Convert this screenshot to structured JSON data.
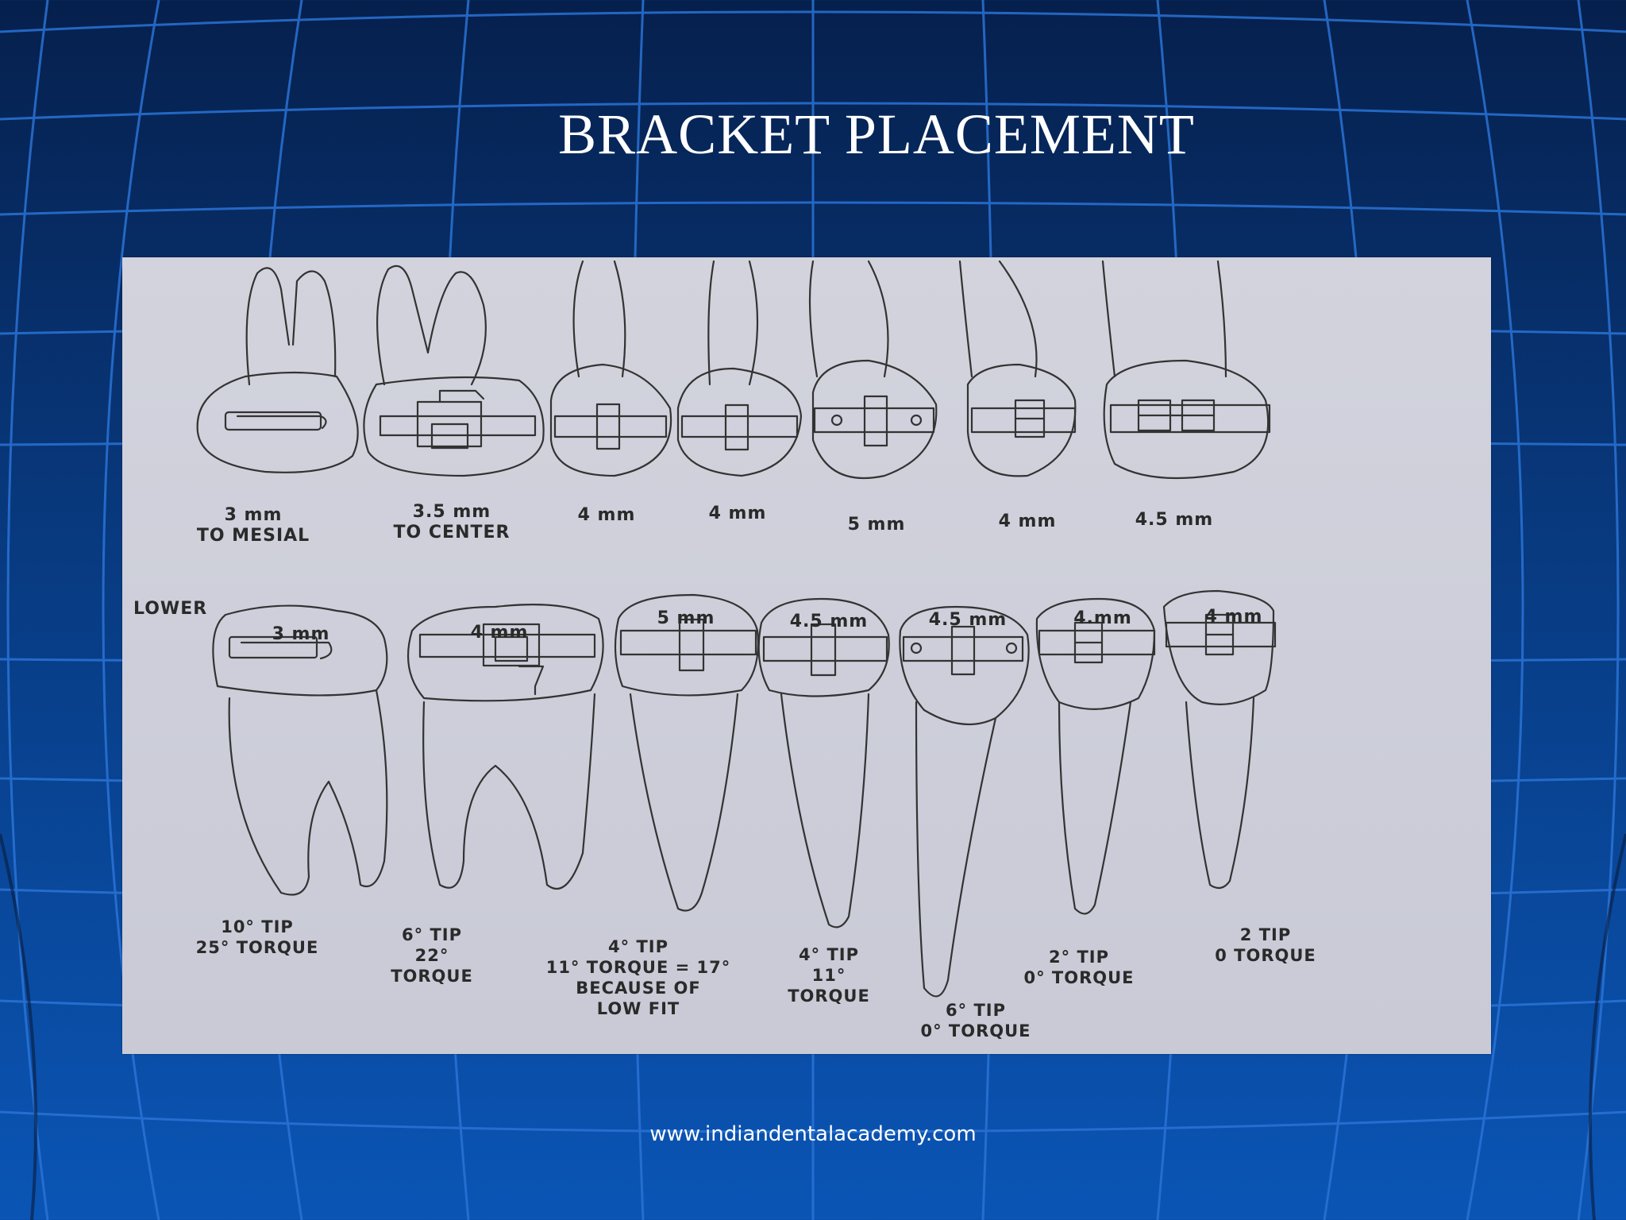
{
  "slide": {
    "title": "BRACKET PLACEMENT",
    "footer": "www.indiandentalacademy.com"
  },
  "upper_row": {
    "labels": [
      {
        "line1": "3 mm",
        "line2": "TO MESIAL"
      },
      {
        "line1": "3.5 mm",
        "line2": "TO CENTER"
      },
      {
        "line1": "4 mm",
        "line2": ""
      },
      {
        "line1": "4 mm",
        "line2": ""
      },
      {
        "line1": "5 mm",
        "line2": ""
      },
      {
        "line1": "4 mm",
        "line2": ""
      },
      {
        "line1": "4.5 mm",
        "line2": ""
      }
    ]
  },
  "lower_row": {
    "heading": "LOWER",
    "heights": [
      "3 mm",
      "4 mm",
      "5 mm",
      "4.5 mm",
      "4.5 mm",
      "4.mm",
      "4 mm"
    ],
    "tips": [
      {
        "line1": "10° TIP",
        "line2": "25° TORQUE",
        "line3": ""
      },
      {
        "line1": "6° TIP",
        "line2": "22°",
        "line3": "TORQUE"
      },
      {
        "line1": "4° TIP",
        "line2": "11° TORQUE = 17°",
        "line3": "BECAUSE OF",
        "line4": "LOW FIT"
      },
      {
        "line1": "4° TIP",
        "line2": "11°",
        "line3": "TORQUE"
      },
      {
        "line1": "6° TIP",
        "line2": "0° TORQUE",
        "line3": ""
      },
      {
        "line1": "2° TIP",
        "line2": "0° TORQUE",
        "line3": ""
      },
      {
        "line1": "2 TIP",
        "line2": "0 TORQUE",
        "line3": ""
      }
    ]
  }
}
